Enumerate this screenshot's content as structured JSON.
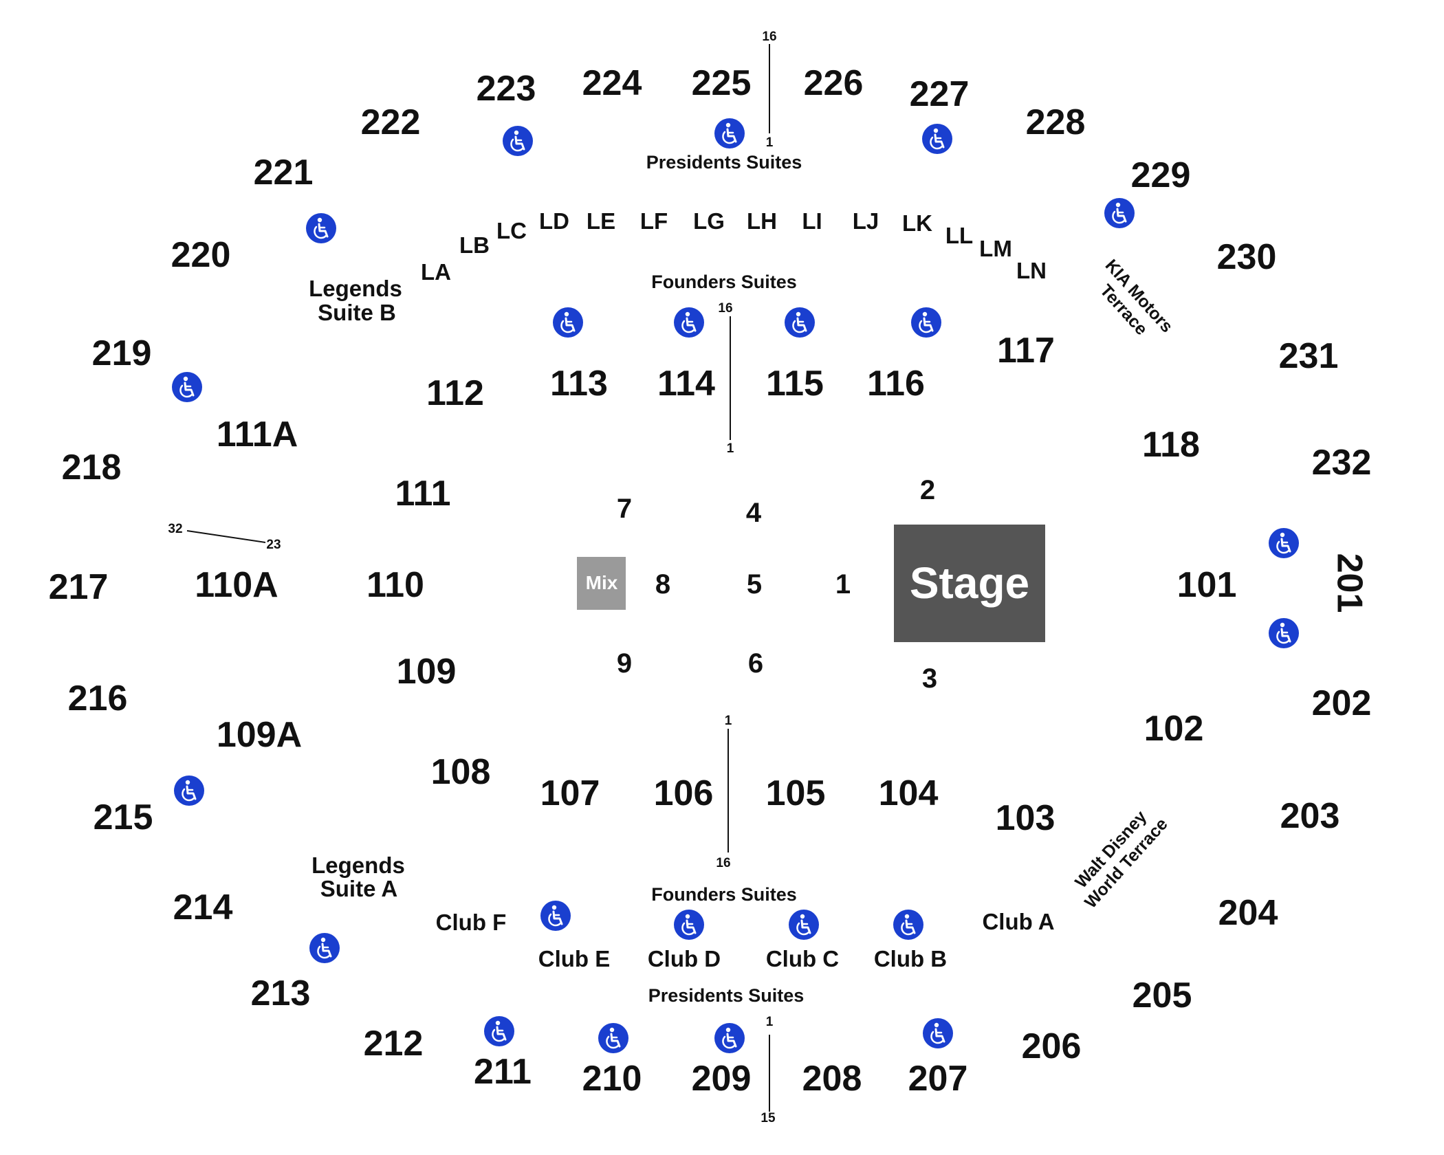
{
  "stage": {
    "label": "Stage",
    "color": "#555555"
  },
  "mix": {
    "label": "Mix",
    "color": "#9a9a9a"
  },
  "accessible_icon": {
    "name": "wheelchair-icon",
    "color": "#1a3fcf"
  },
  "sections_upper": [
    "222",
    "223",
    "224",
    "225",
    "226",
    "227",
    "228",
    "221",
    "229",
    "220",
    "230",
    "219",
    "231",
    "218",
    "232",
    "217",
    "201",
    "216",
    "202",
    "215",
    "203",
    "214",
    "204",
    "213",
    "205",
    "212",
    "206",
    "211",
    "210",
    "209",
    "208",
    "207"
  ],
  "sections_lower": [
    "117",
    "112",
    "113",
    "114",
    "115",
    "116",
    "111A",
    "118",
    "111",
    "110A",
    "110",
    "101",
    "109",
    "109A",
    "102",
    "108",
    "107",
    "106",
    "105",
    "104",
    "103"
  ],
  "loge_boxes": [
    "LA",
    "LB",
    "LC",
    "LD",
    "LE",
    "LF",
    "LG",
    "LH",
    "LI",
    "LJ",
    "LK",
    "LL",
    "LM",
    "LN"
  ],
  "floor_sections": [
    "7",
    "4",
    "2",
    "8",
    "5",
    "1",
    "9",
    "6",
    "3"
  ],
  "suites": {
    "presidents_top": "Presidents Suites",
    "founders_top": "Founders Suites",
    "founders_bottom": "Founders Suites",
    "presidents_bottom": "Presidents Suites",
    "legends_b_line1": "Legends",
    "legends_b_line2": "Suite B",
    "legends_a_line1": "Legends",
    "legends_a_line2": "Suite A"
  },
  "clubs": [
    "Club F",
    "Club E",
    "Club D",
    "Club C",
    "Club B",
    "Club A"
  ],
  "terraces": {
    "kia_line1": "KIA Motors",
    "kia_line2": "Terrace",
    "disney_line1": "Walt Disney",
    "disney_line2": "World Terrace"
  },
  "row_markers": {
    "top_upper_start": "16",
    "top_upper_end": "1",
    "top_lower_start": "16",
    "top_lower_end": "1",
    "left_start": "32",
    "left_end": "23",
    "bottom_lower_start": "1",
    "bottom_lower_end": "16",
    "bottom_upper_start": "1",
    "bottom_upper_end": "15"
  }
}
